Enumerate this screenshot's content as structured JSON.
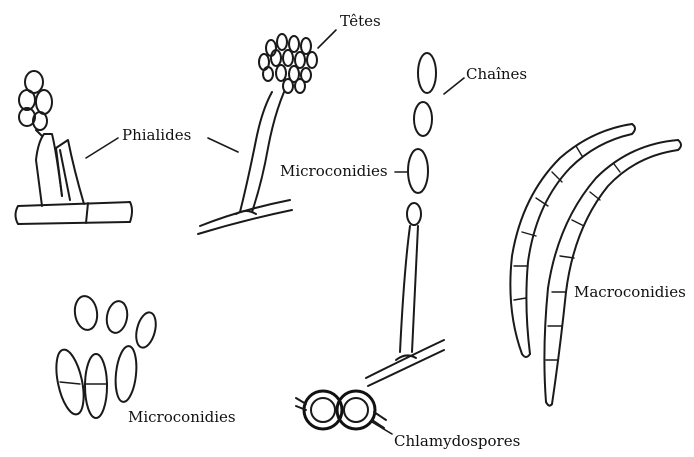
{
  "labels": {
    "phialides": "Phialides",
    "tetes": "Têtes",
    "chaines": "Chaînes",
    "microconidies_top": "Microconidies",
    "macroconidies": "Macroconidies",
    "microconidies_bottom": "Microconidies",
    "chlamydospores": "Chlamydospores"
  }
}
